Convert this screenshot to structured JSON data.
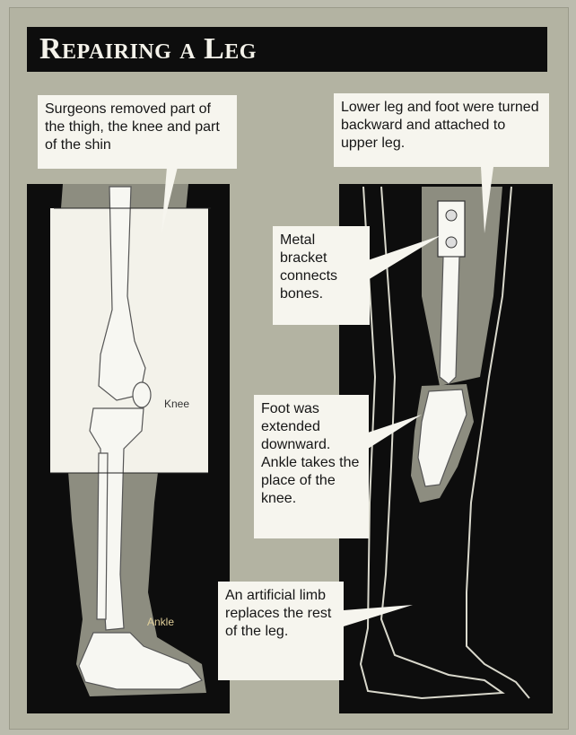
{
  "title": "Repairing a Leg",
  "callouts": {
    "surgeons": "Surgeons removed part of the thigh, the knee and part of the shin",
    "lower_leg": "Lower leg and foot were turned backward and attached to upper leg.",
    "bracket": "Metal bracket connects bones.",
    "foot": "Foot was extended downward. Ankle takes the place of the knee.",
    "artificial": "An artificial limb replaces the rest of the leg."
  },
  "labels": {
    "knee": "Knee",
    "ankle": "Ankle"
  },
  "colors": {
    "background": "#b3b3a2",
    "panel": "#0d0d0d",
    "leg_tone": "#8d8d80",
    "bone": "#f5f5f0",
    "callout_bg": "#f6f5ee"
  }
}
